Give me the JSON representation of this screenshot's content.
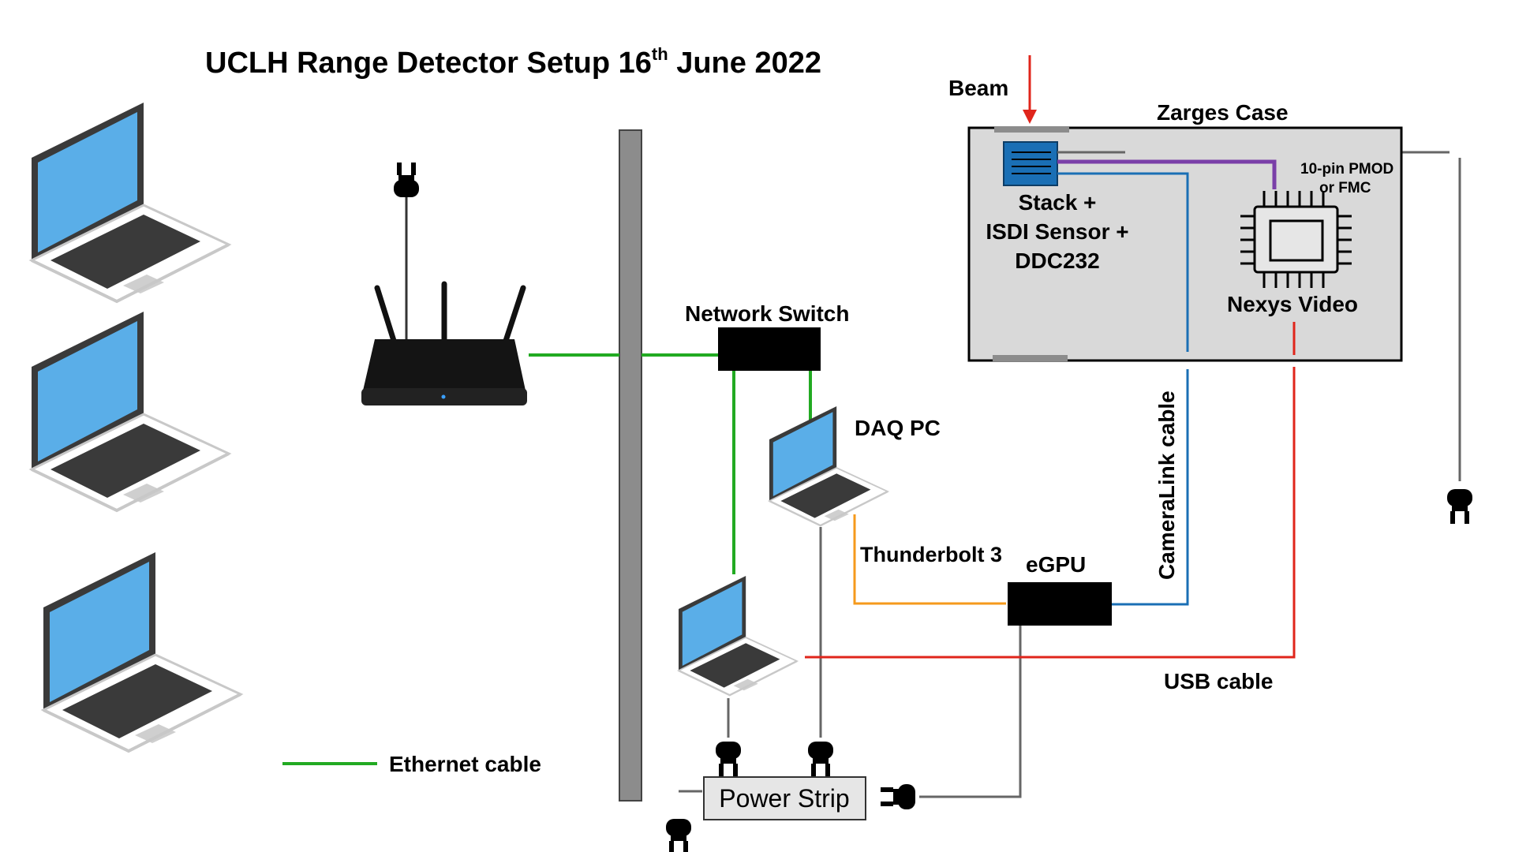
{
  "title": {
    "main": "UCLH Range Detector Setup 16",
    "sup": "th",
    "rest": " June 2022"
  },
  "labels": {
    "beam": "Beam",
    "zarges_case": "Zarges Case",
    "stack_line1": "Stack +",
    "stack_line2": "ISDI Sensor +",
    "stack_line3": "DDC232",
    "pmod_line1": "10-pin PMOD",
    "pmod_line2": "or FMC",
    "nexys_video": "Nexys Video",
    "network_switch": "Network Switch",
    "daq_pc": "DAQ PC",
    "thunderbolt": "Thunderbolt 3",
    "egpu": "eGPU",
    "cameralink": "CameraLink cable",
    "usb_cable": "USB cable",
    "power_strip": "Power Strip",
    "ethernet_legend": "Ethernet cable"
  },
  "colors": {
    "ethernet": "#22aa22",
    "usb": "#e0251b",
    "cameralink": "#1a6fb5",
    "thunderbolt": "#f59a1c",
    "power": "#666666",
    "pmod": "#7a3fa8",
    "beam": "#e0251b",
    "case_fill": "#d9d9d9",
    "stack_fill": "#1a6fb5",
    "laptop_screen": "#5aaee8"
  }
}
